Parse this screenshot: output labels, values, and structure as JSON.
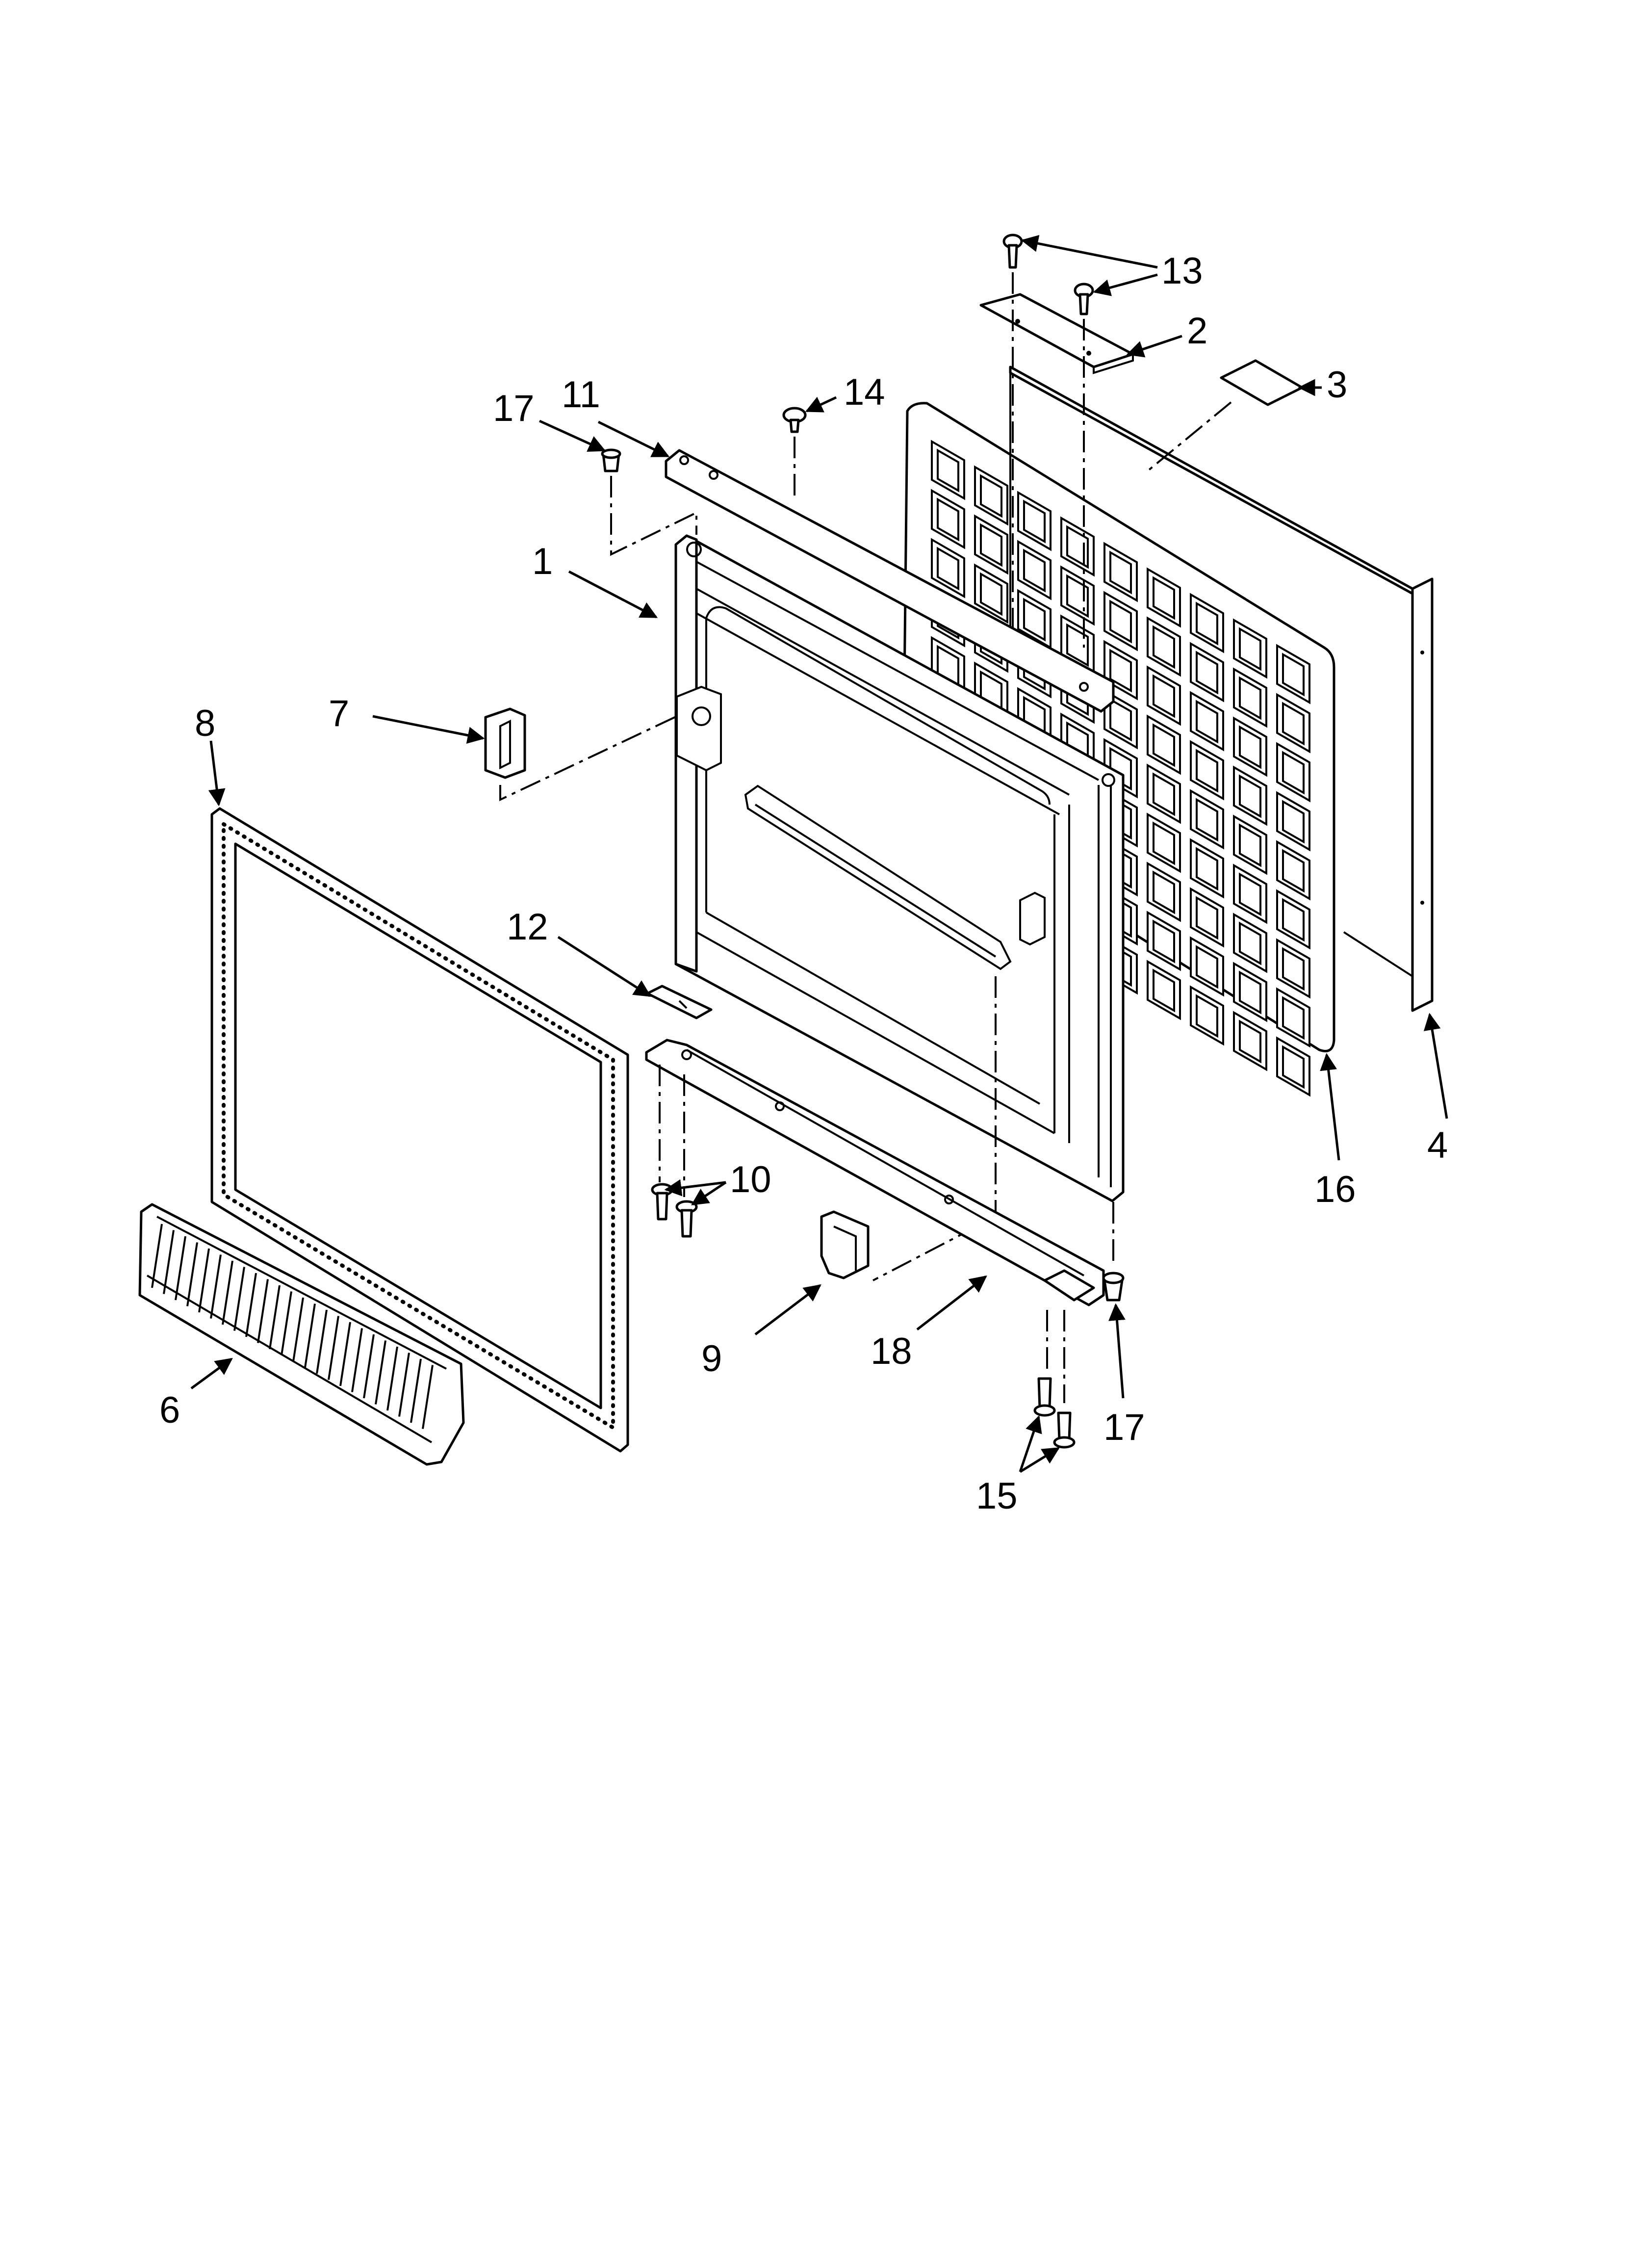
{
  "diagram": {
    "callouts": [
      {
        "id": "c1",
        "label": "1"
      },
      {
        "id": "c2",
        "label": "2"
      },
      {
        "id": "c3",
        "label": "3"
      },
      {
        "id": "c4",
        "label": "4"
      },
      {
        "id": "c6",
        "label": "6"
      },
      {
        "id": "c7",
        "label": "7"
      },
      {
        "id": "c8",
        "label": "8"
      },
      {
        "id": "c9",
        "label": "9"
      },
      {
        "id": "c10",
        "label": "10"
      },
      {
        "id": "c11",
        "label": "11"
      },
      {
        "id": "c12",
        "label": "12"
      },
      {
        "id": "c13",
        "label": "13"
      },
      {
        "id": "c14",
        "label": "14"
      },
      {
        "id": "c15",
        "label": "15"
      },
      {
        "id": "c16",
        "label": "16"
      },
      {
        "id": "c17a",
        "label": "17"
      },
      {
        "id": "c17b",
        "label": "17"
      },
      {
        "id": "c18",
        "label": "18"
      }
    ]
  }
}
